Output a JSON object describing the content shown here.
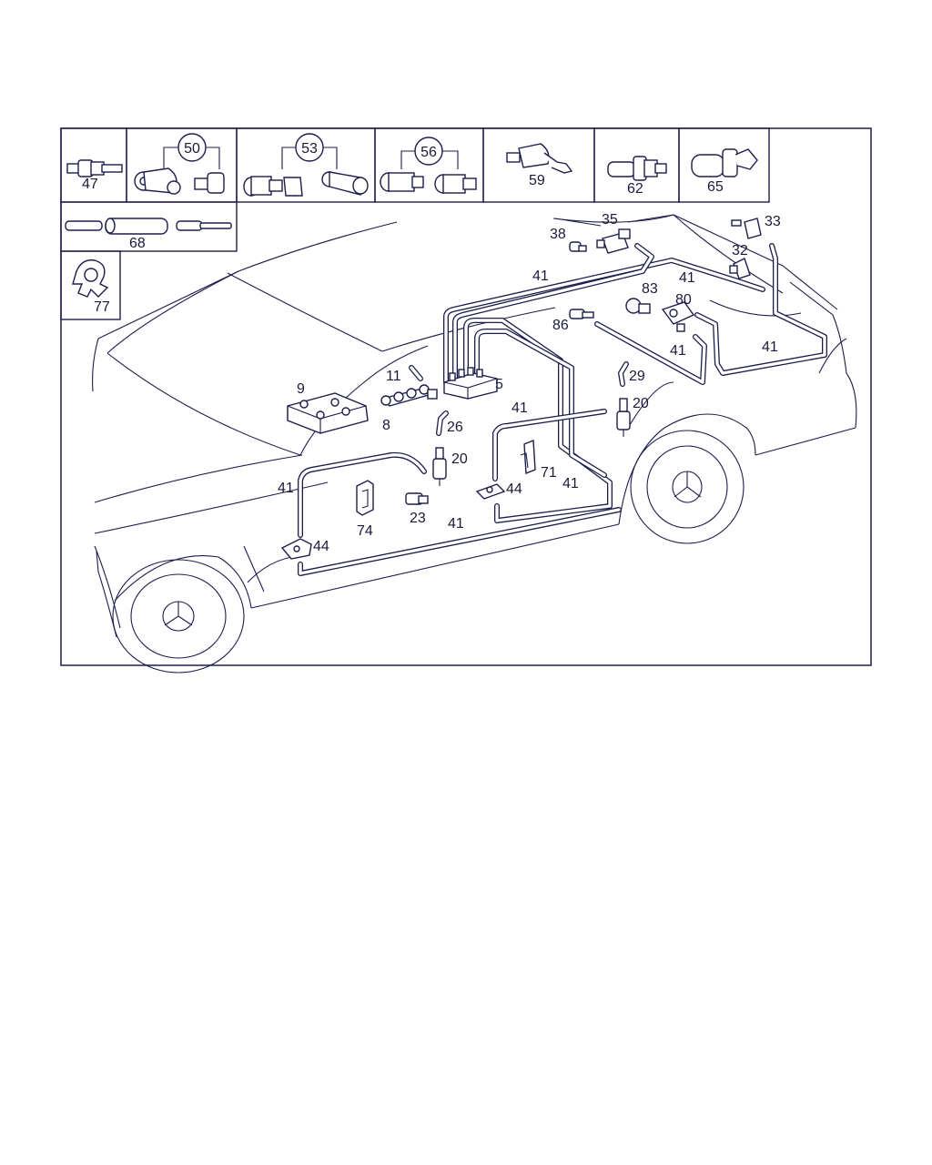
{
  "catalog_boxes": [
    {
      "label": "47",
      "circled": false
    },
    {
      "label": "50",
      "circled": true
    },
    {
      "label": "53",
      "circled": true
    },
    {
      "label": "56",
      "circled": true
    },
    {
      "label": "59",
      "circled": false
    },
    {
      "label": "62",
      "circled": false
    },
    {
      "label": "65",
      "circled": false
    },
    {
      "label": "68",
      "circled": false
    },
    {
      "label": "77",
      "circled": false
    }
  ],
  "callouts": {
    "c35": "35",
    "c33": "33",
    "c38": "38",
    "c32": "32",
    "c41a": "41",
    "c41b": "41",
    "c83": "83",
    "c80": "80",
    "c86": "86",
    "c41c": "41",
    "c41d": "41",
    "c9": "9",
    "c11": "11",
    "c5": "5",
    "c29": "29",
    "c41e": "41",
    "c20a": "20",
    "c8": "8",
    "c26": "26",
    "c20b": "20",
    "c71": "71",
    "c41f": "41",
    "c41g": "41",
    "c44a": "44",
    "c23": "23",
    "c74": "74",
    "c41h": "41",
    "c44b": "44"
  },
  "colors": {
    "line": "#1d1d4d",
    "background": "#ffffff"
  }
}
